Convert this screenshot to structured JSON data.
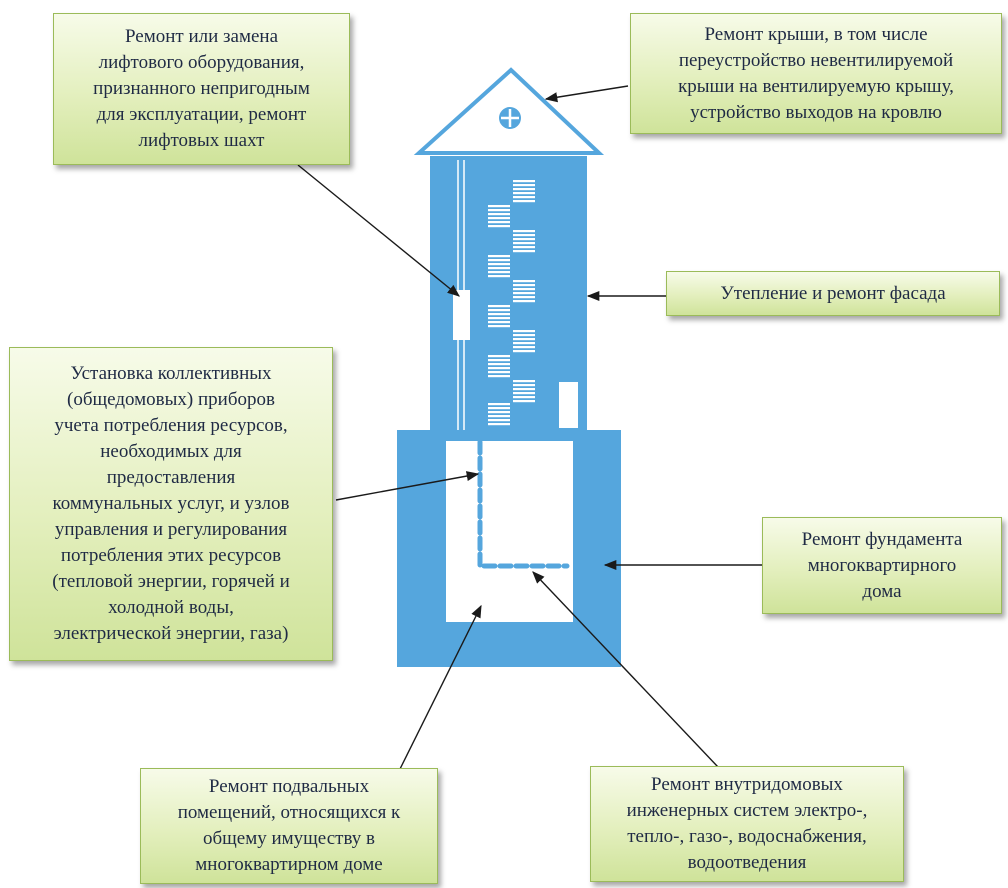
{
  "colors": {
    "building": "#55a6dd",
    "window": "#ffffff",
    "pipe": "#55a6dd",
    "arrow": "#1a1a1a",
    "callout_border": "#9bbb59",
    "callout_fill": "#e3efbd"
  },
  "callouts": {
    "elevator": "Ремонт или замена\nлифтового оборудования,\nпризнанного непригодным\nдля эксплуатации, ремонт\nлифтовых шахт",
    "roof": "Ремонт крыши, в том числе\nпереустройство невентилируемой\nкрыши на вентилируемую крышу,\nустройство выходов на кровлю",
    "facade": "Утепление и ремонт фасада",
    "meters": "Установка коллективных\n(общедомовых) приборов\nучета потребления ресурсов,\nнеобходимых для\nпредоставления\nкоммунальных услуг, и узлов\nуправления и регулирования\nпотребления этих ресурсов\n(тепловой энергии, горячей и\nхолодной воды,\nэлектрической энергии, газа)",
    "foundation": "Ремонт фундамента\nмногоквартирного\nдома",
    "basement": "Ремонт подвальных\nпомещений, относящихся к\nобщему имуществу в\nмногоквартирном доме",
    "engineering": "Ремонт внутридомовых\nинженерных систем электро-,\nтепло-, газо-, водоснабжения,\nводоотведения"
  },
  "icons": {
    "roof_window": "circle-cross-window-icon"
  }
}
